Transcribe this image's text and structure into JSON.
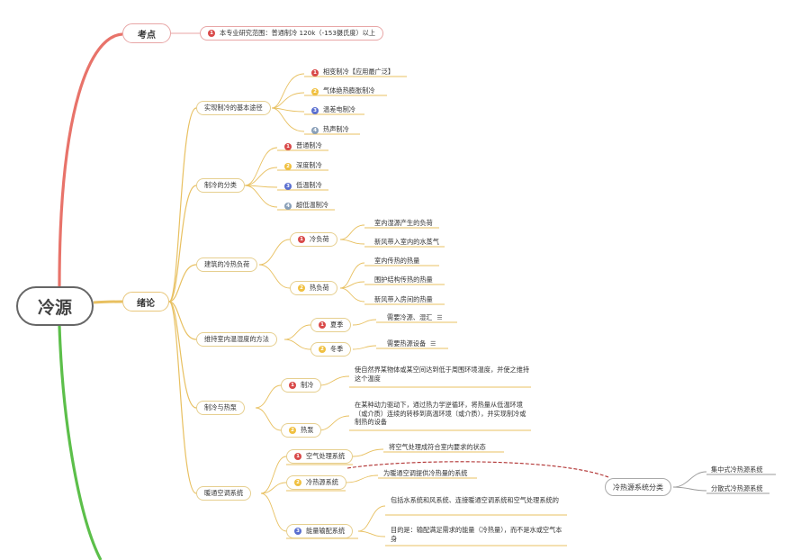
{
  "root": "冷源",
  "kaodian": {
    "label": "考点",
    "item": {
      "num": "1",
      "text": "本专业研究范围：普通制冷 120k（-153摄氏度）以上"
    }
  },
  "xulun": {
    "label": "绪论",
    "branches": [
      {
        "label": "实现制冷的基本途径",
        "items": [
          {
            "num": "1",
            "text": "相变制冷【应用最广泛】"
          },
          {
            "num": "2",
            "text": "气体绝热膨胀制冷"
          },
          {
            "num": "3",
            "text": "温差电制冷"
          },
          {
            "num": "4",
            "text": "热声制冷"
          }
        ]
      },
      {
        "label": "制冷的分类",
        "items": [
          {
            "num": "1",
            "text": "普通制冷"
          },
          {
            "num": "2",
            "text": "深度制冷"
          },
          {
            "num": "3",
            "text": "低温制冷"
          },
          {
            "num": "4",
            "text": "超低温制冷"
          }
        ]
      },
      {
        "label": "建筑的冷热负荷",
        "items": [
          {
            "num": "1",
            "text": "冷负荷",
            "leaves": [
              "室内湿源产生的负荷",
              "新风带入室内的水蒸气"
            ]
          },
          {
            "num": "2",
            "text": "热负荷",
            "leaves": [
              "室内传热的热量",
              "围护结构传热的热量",
              "新风带入房间的热量"
            ]
          }
        ]
      },
      {
        "label": "维持室内温湿度的方法",
        "items": [
          {
            "num": "1",
            "text": "夏季",
            "leaves": [
              "需要冷源、湿汇"
            ]
          },
          {
            "num": "2",
            "text": "冬季",
            "leaves": [
              "需要热源设备"
            ]
          }
        ]
      },
      {
        "label": "制冷与热泵",
        "items": [
          {
            "num": "1",
            "text": "制冷",
            "leaves": [
              "使自然界某物体或某空间达到低于周围环境温度，并使之维持这个温度"
            ]
          },
          {
            "num": "2",
            "text": "热泵",
            "leaves": [
              "在某种动力驱动下，通过热力学逆循环，将热量从低温环境（或介质）连续的转移到高温环境（或介质），并实现制冷或制热的设备"
            ]
          }
        ]
      },
      {
        "label": "暖通空调系统",
        "items": [
          {
            "num": "1",
            "text": "空气处理系统",
            "leaves": [
              "将空气处理成符合室内要求的状态"
            ]
          },
          {
            "num": "2",
            "text": "冷热源系统",
            "leaves": [
              "为暖通空调提供冷热量的系统"
            ]
          },
          {
            "num": "3",
            "text": "能量输配系统",
            "leaves": [
              "包括水系统和风系统、连接暖通空调系统和空气处理系统的",
              "目的是：输配满足需求的能量（冷热量），而不是水或空气本身"
            ]
          }
        ]
      }
    ]
  },
  "floating": {
    "label": "冷热源系统分类",
    "items": [
      "集中式冷热源系统",
      "分散式冷热源系统"
    ]
  }
}
